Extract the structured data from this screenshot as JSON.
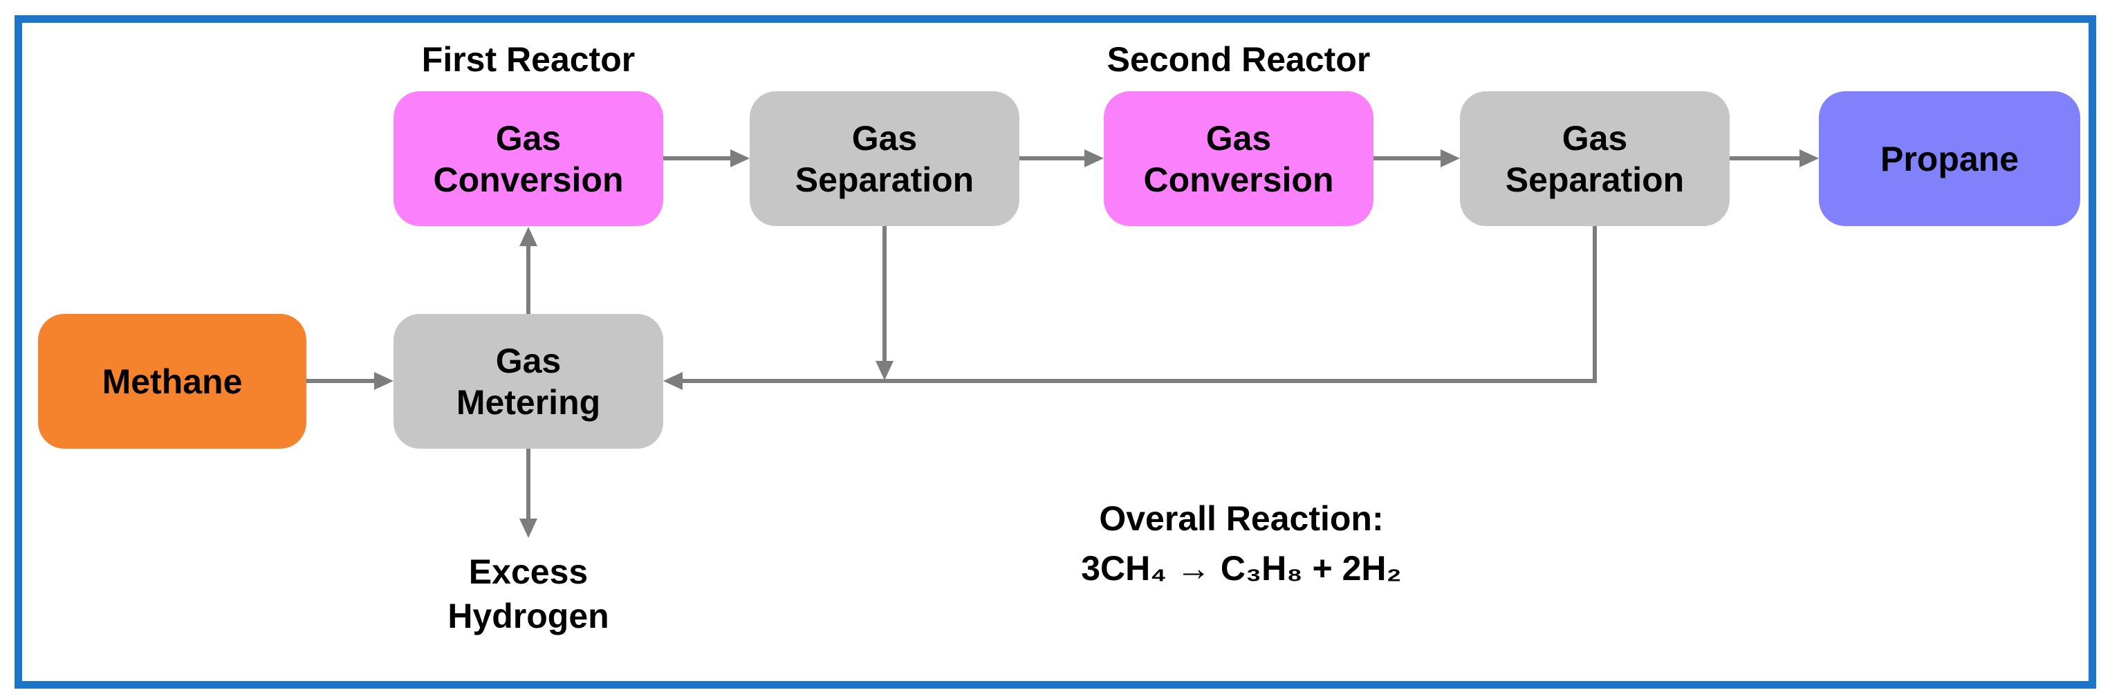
{
  "diagram": {
    "type": "process-flow",
    "nodes": {
      "methane": {
        "label": "Methane",
        "fill": "#F5822D"
      },
      "metering": {
        "line1": "Gas",
        "line2": "Metering",
        "fill": "#C6C6C6"
      },
      "conv1": {
        "line1": "Gas",
        "line2": "Conversion",
        "fill": "#FB80FB"
      },
      "sep1": {
        "line1": "Gas",
        "line2": "Separation",
        "fill": "#C6C6C6"
      },
      "conv2": {
        "line1": "Gas",
        "line2": "Conversion",
        "fill": "#FB80FB"
      },
      "sep2": {
        "line1": "Gas",
        "line2": "Separation",
        "fill": "#C6C6C6"
      },
      "propane": {
        "label": "Propane",
        "fill": "#8081FB"
      }
    },
    "annotations": {
      "first_reactor": "First Reactor",
      "second_reactor": "Second Reactor",
      "excess_line1": "Excess",
      "excess_line2": "Hydrogen",
      "reaction_title": "Overall Reaction:",
      "reaction_formula": "3CH₄ → C₃H₈ + 2H₂"
    },
    "edges": [
      {
        "from": "methane",
        "to": "metering"
      },
      {
        "from": "metering",
        "to": "conv1"
      },
      {
        "from": "conv1",
        "to": "sep1"
      },
      {
        "from": "sep1",
        "to": "conv2"
      },
      {
        "from": "conv2",
        "to": "sep2"
      },
      {
        "from": "sep2",
        "to": "propane"
      },
      {
        "from": "sep1",
        "to": "metering"
      },
      {
        "from": "sep2",
        "to": "metering"
      },
      {
        "from": "metering",
        "to": "excess-hydrogen"
      }
    ],
    "colors": {
      "frame_border": "#1C75C9",
      "arrow": "#7D7D7D",
      "reactor_fill": "#FB80FB",
      "separation_fill": "#C6C6C6",
      "feed_fill": "#F5822D",
      "product_fill": "#8081FB",
      "text": "#000000",
      "background": "#FFFFFF"
    }
  }
}
